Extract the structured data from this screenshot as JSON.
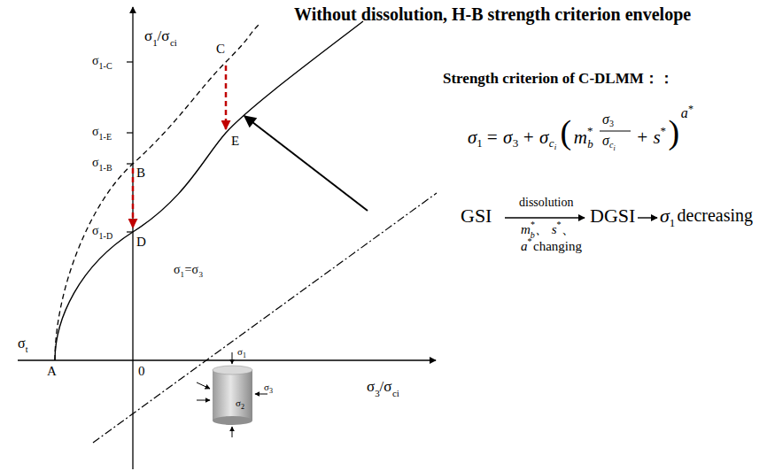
{
  "diagram": {
    "title": "Without dissolution, H-B strength criterion envelope",
    "labels": [
      "σ",
      "1",
      "/σ",
      "ci",
      "σ",
      "1-C",
      "σ",
      "1-E",
      "σ",
      "1-B",
      "σ",
      "1-D",
      "C",
      "B",
      "E",
      "D",
      "A",
      "0",
      "σ",
      "t",
      "σ",
      "1",
      "=σ",
      "3",
      "σ",
      "1",
      "σ",
      "3",
      "σ",
      "2",
      "σ",
      "3",
      "/σ",
      "ci",
      "Strength criterion of C-DLMM：：",
      "σ",
      "1",
      "= σ",
      "3",
      "+ σ",
      "c",
      "i",
      "(",
      "m",
      "b",
      "*",
      "σ",
      "3",
      "σ",
      "c",
      "i",
      "+ s",
      "*",
      ")",
      "a",
      "*",
      "GSI",
      "dissolution",
      "m",
      "b",
      "*",
      "、 s",
      "*",
      "、",
      "a",
      "*",
      "changing",
      "DGSI",
      "σ",
      "1",
      "decreasing"
    ]
  }
}
